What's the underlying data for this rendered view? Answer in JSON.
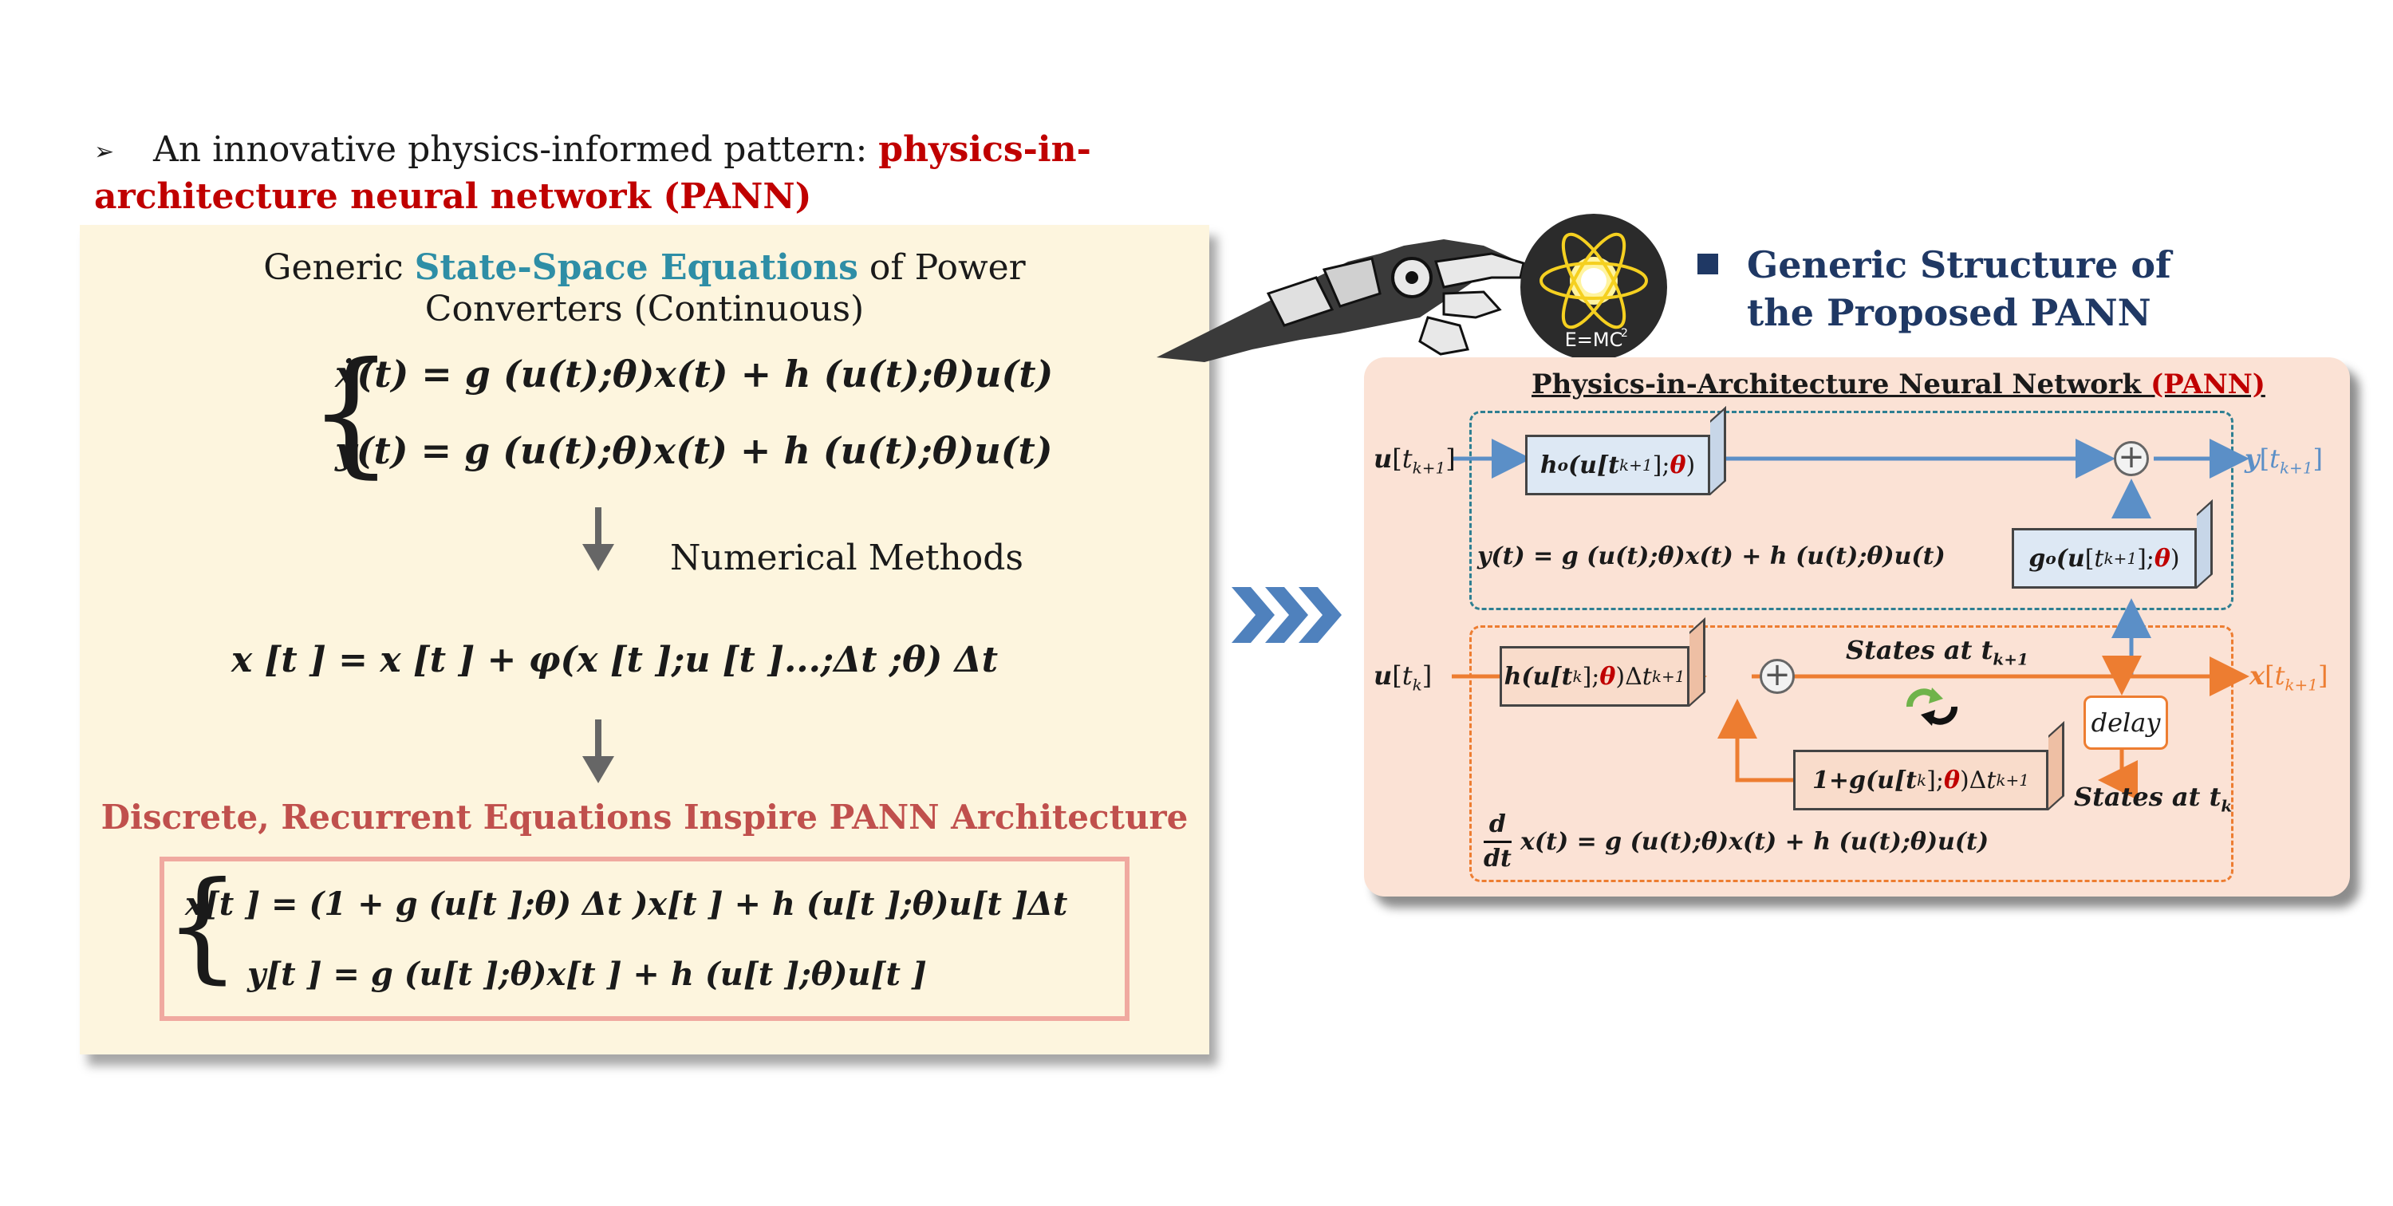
{
  "header": {
    "bullet_text": "An innovative physics-informed pattern: ",
    "bullet_highlight_1": "physics-in-",
    "bullet_highlight_2": "architecture neural network (PANN)"
  },
  "left_panel": {
    "title_pre": "Generic ",
    "title_highlight": "State-Space Equations",
    "title_post": " of Power",
    "title_line2": "Converters (Continuous)",
    "continuous_eq_1": "ẋ(t) = g (u(t);θ)x(t) + h (u(t);θ)u(t)",
    "continuous_eq_2": "y(t) = g  (u(t);θ)x(t) + h  (u(t);θ)u(t)",
    "numerical_methods": "Numerical Methods",
    "discrete_eq": "x [t  ] = x [t ] + φ(x [t ];u [t ]...;Δt   ;θ) Δt",
    "discrete_title": "Discrete, Recurrent Equations Inspire PANN Architecture",
    "pann_eq_1": "x[t  ] = (1 + g (u[t ];θ) Δt  )x[t ] + h (u[t ];θ)u[t ]Δt",
    "pann_eq_2": "y[t  ] = g  (u[t  ];θ)x[t  ] + h  (u[t  ];θ)u[t  ]"
  },
  "right_header": {
    "title_line1": "Generic Structure of",
    "title_line2": "the Proposed PANN"
  },
  "diagram": {
    "title": "Physics-in-Architecture Neural Network ",
    "title_highlight": "(PANN)",
    "input_top": "u[t",
    "input_top_sub": "k+1",
    "output_top": "y[t",
    "output_top_sub": "k+1",
    "ho_box_label": "h",
    "ho_box_arg": "(u[t",
    "go_box_label": "g",
    "output_eq": "y(t) = g  (u(t);θ)x(t) + h  (u(t);θ)u(t)",
    "input_bottom": "u[t",
    "input_bottom_sub": "k",
    "output_bottom": "x[t",
    "output_bottom_sub": "k+1",
    "h_box_label": "h(u[t",
    "g_box_label": "1+g(u[t",
    "states_next": "States at t",
    "states_next_sub": "k+1",
    "states_current": "States at t",
    "states_current_sub": "k",
    "delay": "delay",
    "state_eq": "x(t) = g (u(t);θ)x(t) + h (u(t);θ)u(t)",
    "deriv_num": "d",
    "deriv_den": "dt"
  },
  "emc_label": "E=MC",
  "colors": {
    "accent_red": "#c00000",
    "teal": "#2e8ea6",
    "navy": "#1f3864",
    "orange": "#ed7d31",
    "blue_arrow": "#5b8fc7",
    "panel_cream": "#fdf5de",
    "panel_peach": "#fbe2d5"
  },
  "icons": [
    "bullet-arrow-icon",
    "down-arrow-icon",
    "chevron-right-icon",
    "robot-hand-icon",
    "atom-emblem-icon",
    "sum-node-icon",
    "recurrent-loop-icon"
  ]
}
